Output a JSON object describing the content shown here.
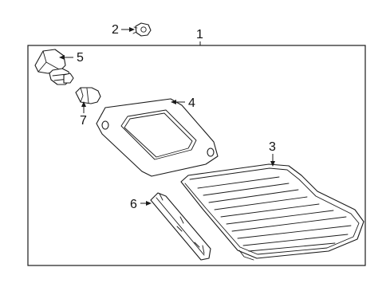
{
  "callouts": {
    "c1": "1",
    "c2": "2",
    "c3": "3",
    "c4": "4",
    "c5": "5",
    "c6": "6",
    "c7": "7"
  },
  "colors": {
    "line": "#1a1a1a",
    "background": "#ffffff"
  }
}
